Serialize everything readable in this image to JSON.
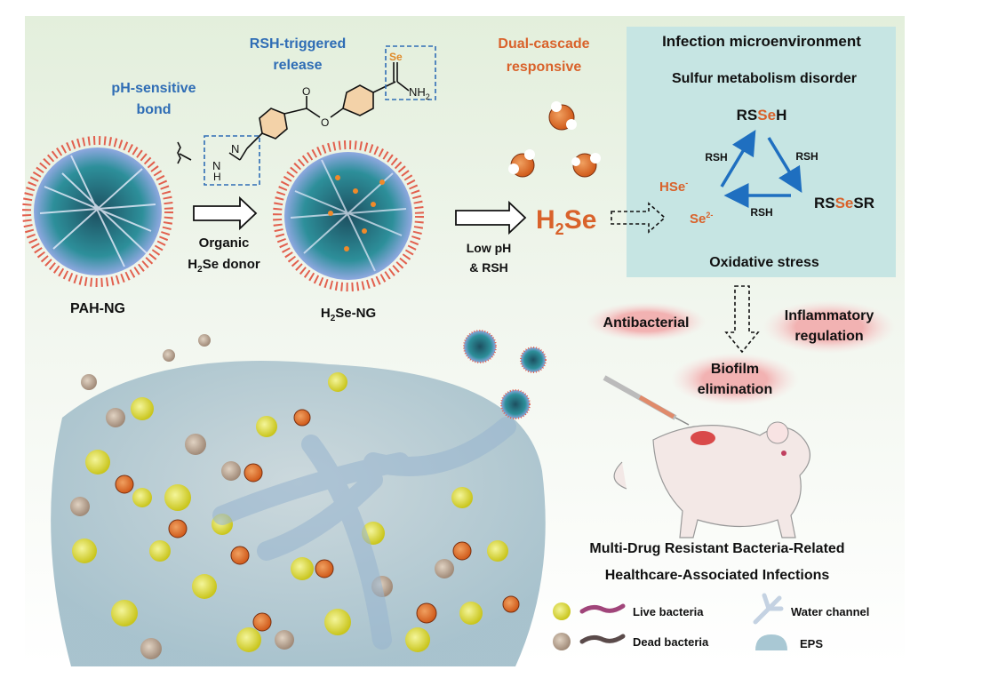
{
  "labels": {
    "rsh_triggered": [
      "RSH-triggered",
      "release"
    ],
    "ph_sensitive": [
      "pH-sensitive",
      "bond"
    ],
    "dual_cascade": [
      "Dual-cascade",
      "responsive"
    ],
    "pah_ng": "PAH-NG",
    "h2se_ng": {
      "pre": "H",
      "sub": "2",
      "post": "Se-NG"
    },
    "organic": "Organic",
    "h2se_donor": {
      "pre": "H",
      "sub": "2",
      "post": "Se donor"
    },
    "low_ph": "Low pH",
    "and_rsh": "& RSH",
    "h2se": {
      "pre": "H",
      "sub": "2",
      "post": "Se"
    },
    "chem": {
      "se": "Se",
      "nh2": "NH",
      "nh2_sub": "2",
      "o_carbonyl": "O",
      "o_ester": "O",
      "n1": "N",
      "n2": "N",
      "h": "H"
    }
  },
  "infection_box": {
    "title": "Infection microenvironment",
    "subtitle": "Sulfur metabolism disorder",
    "rsseh": {
      "a": "RS",
      "b": "Se",
      "c": "H"
    },
    "rssesr": {
      "a": "RS",
      "b": "Se",
      "c": "SR"
    },
    "hse": {
      "text": "HSe",
      "sup": "-"
    },
    "se2": {
      "text": "Se",
      "sup": "2-"
    },
    "rsh": [
      "RSH",
      "RSH",
      "RSH"
    ],
    "footer": "Oxidative stress"
  },
  "effects": {
    "antibacterial": "Antibacterial",
    "inflammatory": [
      "Inflammatory",
      "regulation"
    ],
    "biofilm": [
      "Biofilm",
      "elimination"
    ]
  },
  "caption": [
    "Multi-Drug Resistant Bacteria-Related",
    "Healthcare-Associated Infections"
  ],
  "legend": {
    "live": "Live bacteria",
    "dead": "Dead bacteria",
    "water": "Water channel",
    "eps": "EPS"
  },
  "colors": {
    "blue_text": "#2f6db5",
    "orange_text": "#d9622b",
    "box_teal": "#c6e5e3",
    "effect_pink": "#f2b8b8",
    "arrow_blue": "#1f6fc0"
  }
}
